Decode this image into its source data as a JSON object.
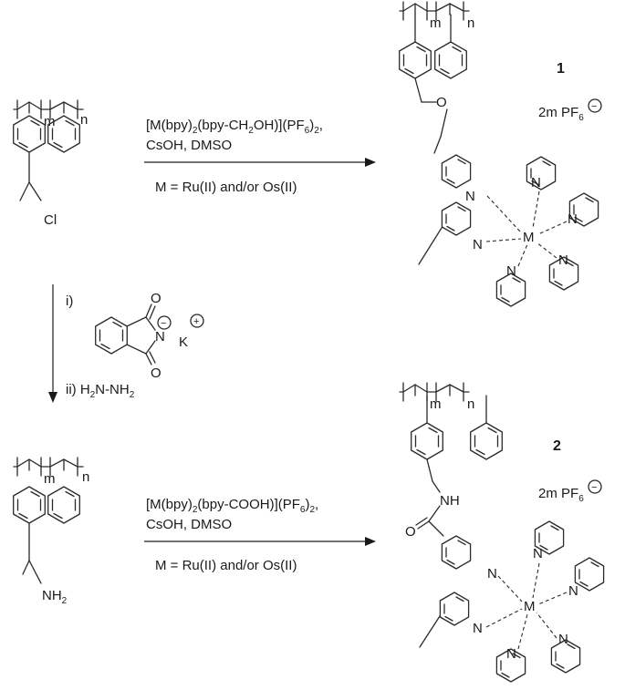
{
  "reaction1": {
    "reagent_prefix": "[M(bpy)",
    "reagent_sub1": "2",
    "reagent_mid": "(bpy-CH",
    "reagent_sub2": "2",
    "reagent_suffix": "OH)](PF",
    "reagent_sub3": "6",
    "reagent_end": ")",
    "reagent_sub4": "2",
    "reagent_comma": ",",
    "base": "CsOH, DMSO",
    "metal": "M = Ru(II) and/or Os(II)"
  },
  "reaction2": {
    "step_i": "i)",
    "step_ii": "ii) H",
    "step_ii_sub1": "2",
    "step_ii_mid": "N-NH",
    "step_ii_sub2": "2",
    "phthalimide_n": "N",
    "phthalimide_k": "K",
    "phthalimide_o": "O",
    "minus": "−",
    "plus": "+"
  },
  "reaction3": {
    "reagent_prefix": "[M(bpy)",
    "reagent_sub1": "2",
    "reagent_mid": "(bpy-COOH)](PF",
    "reagent_sub2": "6",
    "reagent_end": ")",
    "reagent_sub3": "2",
    "reagent_comma": ",",
    "base": "CsOH, DMSO",
    "metal": "M = Ru(II) and/or Os(II)"
  },
  "polymer": {
    "m": "m",
    "n": "n",
    "cl": "Cl",
    "nh2": "NH",
    "nh2_sub": "2"
  },
  "product1": {
    "number": "1",
    "counterion": "2m PF",
    "counterion_sub": "6",
    "charge": "−",
    "o_atom": "O",
    "n_atom": "N",
    "metal": "M"
  },
  "product2": {
    "number": "2",
    "counterion": "2m PF",
    "counterion_sub": "6",
    "charge": "−",
    "nh": "NH",
    "o_atom": "O",
    "n_atom": "N",
    "metal": "M"
  }
}
